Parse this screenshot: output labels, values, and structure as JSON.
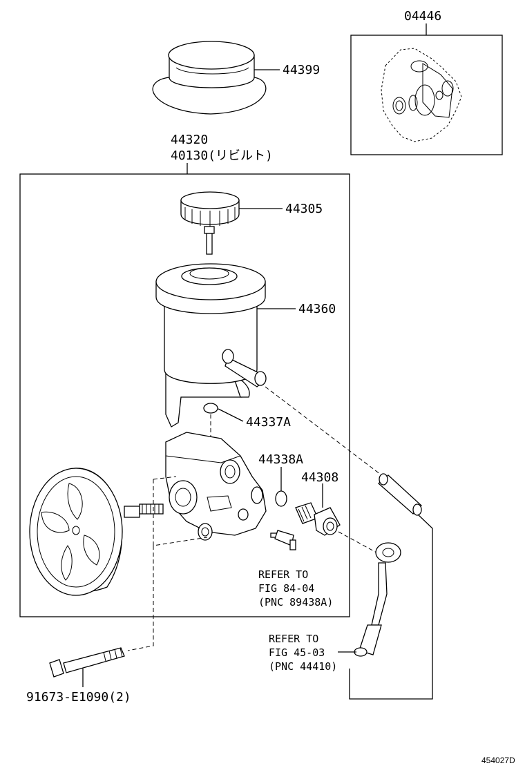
{
  "parts": {
    "p04446": "04446",
    "p44399": "44399",
    "p44320": "44320",
    "p40130": "40130(リビルト)",
    "p44305": "44305",
    "p44360": "44360",
    "p44337A": "44337A",
    "p44338A": "44338A",
    "p44308": "44308",
    "p91673": "91673-E1090(2)"
  },
  "refs": {
    "r1": {
      "line1": "REFER TO",
      "line2": "FIG 84-04",
      "line3": "(PNC 89438A)"
    },
    "r2": {
      "line1": "REFER TO",
      "line2": "FIG 45-03",
      "line3": "(PNC 44410)"
    }
  },
  "figure_id": "454027D"
}
